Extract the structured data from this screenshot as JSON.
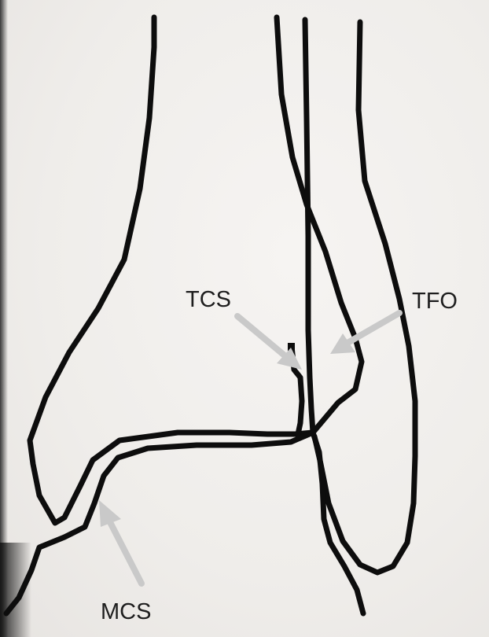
{
  "labels": {
    "tcs": "TCS",
    "tfo": "TFO",
    "mcs": "MCS"
  },
  "colors": {
    "line": "#0d0d0d",
    "arrow": "#c9c9c9",
    "paper": "#f2f0ee"
  }
}
